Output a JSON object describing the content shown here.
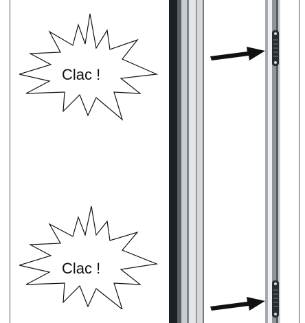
{
  "illustration": {
    "sound_label_top": "Clac !",
    "sound_label_bottom": "Clac !",
    "colors": {
      "profile_dark": "#1c2024",
      "profile_mid": "#8d949a",
      "profile_light": "#d6dadd",
      "panel_light": "#eef0f1",
      "clip": "#2a2d30",
      "arrow": "#111111",
      "burst_stroke": "#111111"
    },
    "icons": [
      "starburst",
      "arrow-right",
      "clip",
      "aluminium-profile"
    ]
  }
}
